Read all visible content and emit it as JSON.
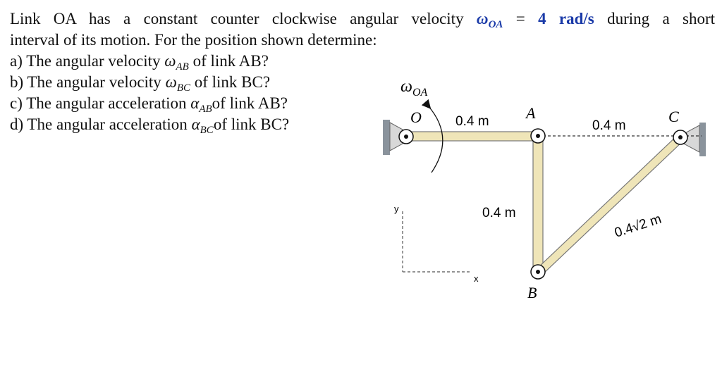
{
  "problem": {
    "intro_before_omega": "Link OA has a constant counter clockwise angular velocity",
    "omega_symbol": "ω",
    "omega_sub": "OA",
    "equals": "=",
    "omega_value": "4 rad/s",
    "intro_after": "during a short",
    "line2": "interval of its motion. For the position shown determine:",
    "questions": [
      {
        "prefix": "a) The angular velocity",
        "symbol": "ω",
        "sub": "AB",
        "suffix": "of link AB?"
      },
      {
        "prefix": "b) The angular velocity",
        "symbol": "ω",
        "sub": "BC",
        "suffix": "of link BC?"
      },
      {
        "prefix": "c) The angular acceleration",
        "symbol": "α",
        "sub": "AB",
        "suffix": "of link AB?"
      },
      {
        "prefix": "d) The angular acceleration",
        "symbol": "α",
        "sub": "BC",
        "suffix": "of link BC?"
      }
    ]
  },
  "diagram": {
    "omega_label_symbol": "ω",
    "omega_label_sub": "OA",
    "point_O": "O",
    "point_A": "A",
    "point_B": "B",
    "point_C": "C",
    "len_OA": "0.4 m",
    "len_AC": "0.4 m",
    "len_AB": "0.4 m",
    "len_BC": "0.4√2 m",
    "axis_y": "y",
    "axis_x": "x",
    "colors": {
      "link_fill": "#efe5b8",
      "link_stroke": "#777777",
      "wall": "#8a939c",
      "pin_bracket": "#d8d8d8"
    }
  }
}
